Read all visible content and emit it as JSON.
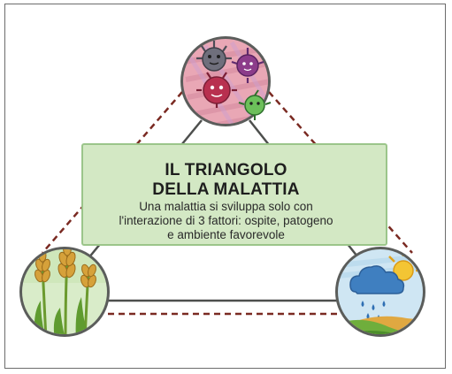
{
  "diagram": {
    "title_line1": "IL TRIANGOLO",
    "title_line2": "DELLA MALATTIA",
    "subtitle_line1": "Una malattia si sviluppa solo con",
    "subtitle_line2": "l'interazione di 3 fattori: ospite, patogeno",
    "subtitle_line3": "e ambiente favorevole",
    "nodes": [
      {
        "role": "top",
        "depicts": "pathogen-viruses-icon"
      },
      {
        "role": "bottom-left",
        "depicts": "host-wheat-icon"
      },
      {
        "role": "bottom-right",
        "depicts": "environment-weather-icon"
      }
    ],
    "colors": {
      "circle_border": "#5b5d5b",
      "box_fill": "#d3e8c4",
      "box_border": "#9bc58a",
      "dash_color": "#7a2a22"
    }
  }
}
